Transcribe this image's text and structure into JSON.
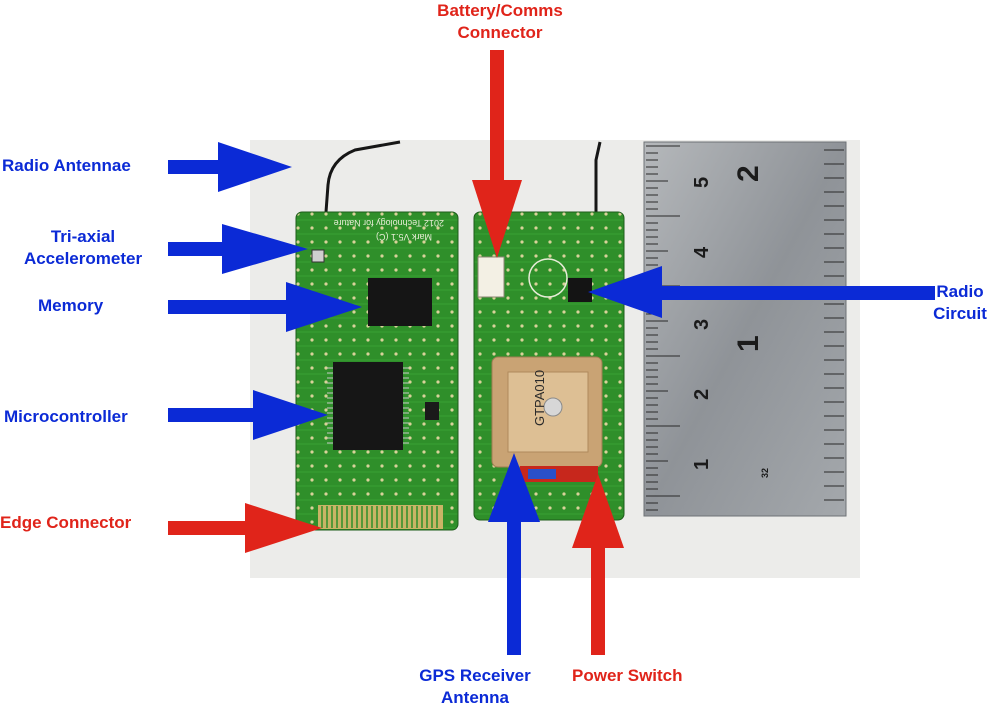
{
  "labels": {
    "radio_antennae": "Radio Antennae",
    "tri_axial_line1": "Tri-axial",
    "tri_axial_line2": "Accelerometer",
    "memory": "Memory",
    "microcontroller": "Microcontroller",
    "edge_connector": "Edge Connector",
    "battery_line1": "Battery/Comms",
    "battery_line2": "Connector",
    "radio_circuit_line1": "Radio",
    "radio_circuit_line2": "Circuit",
    "gps_line1": "GPS Receiver",
    "gps_line2": "Antenna",
    "power_switch": "Power Switch"
  },
  "board_text": {
    "left_board_line1": "2012 Technology for Nature",
    "left_board_line2": "Mark V5.1 (C)",
    "gps_antenna_marking": "GTPA010",
    "ruler_major_1": "1",
    "ruler_major_2": "2",
    "ruler_minor_1": "1",
    "ruler_minor_2": "2",
    "ruler_minor_3": "3",
    "ruler_minor_4": "4",
    "ruler_minor_5": "5",
    "ruler_small": "32"
  },
  "colors": {
    "label_blue": "#0b2ad6",
    "label_red": "#e0241a",
    "pcb_green": "#2f8f2a",
    "ruler_grey": "#9a9ea3"
  }
}
